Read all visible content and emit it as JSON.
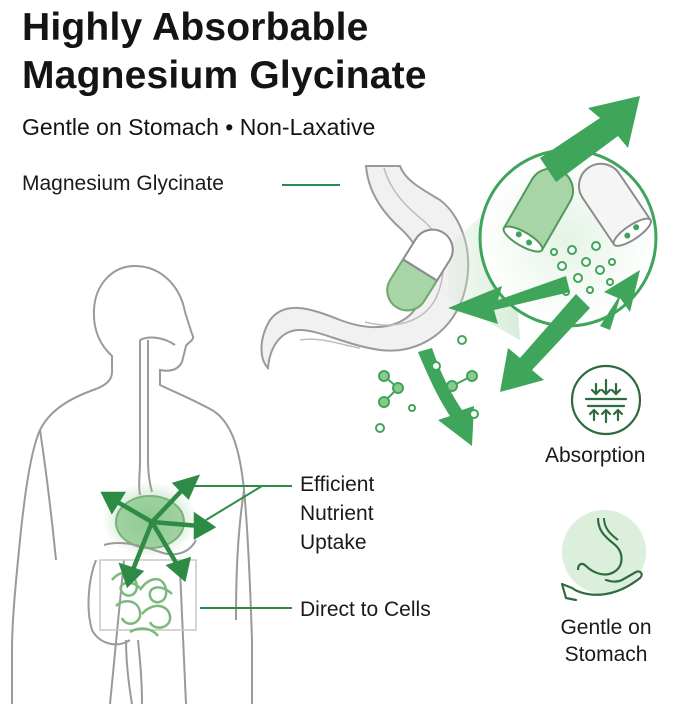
{
  "header": {
    "title_line1": "Highly Absorbable",
    "title_line2": "Magnesium Glycinate",
    "subtitle": "Gentle on Stomach • Non-Laxative"
  },
  "callouts": {
    "capsule_label": "Magnesium Glycinate",
    "uptake_line1": "Efficient",
    "uptake_line2": "Nutrient",
    "uptake_line3": "Uptake",
    "cells_label": "Direct to Cells"
  },
  "badges": {
    "absorption": "Absorption",
    "gentle_line1": "Gentle on",
    "gentle_line2": "Stomach"
  },
  "icons": [
    "body-silhouette-icon",
    "stomach-icon",
    "capsule-icon",
    "absorption-icon",
    "stomach-hand-icon"
  ],
  "colors": {
    "green_dark": "#2e8b45",
    "green_mid": "#3fa55a",
    "green_light": "#a8d5a8",
    "outline": "#9e9e9e",
    "text": "#141414"
  }
}
